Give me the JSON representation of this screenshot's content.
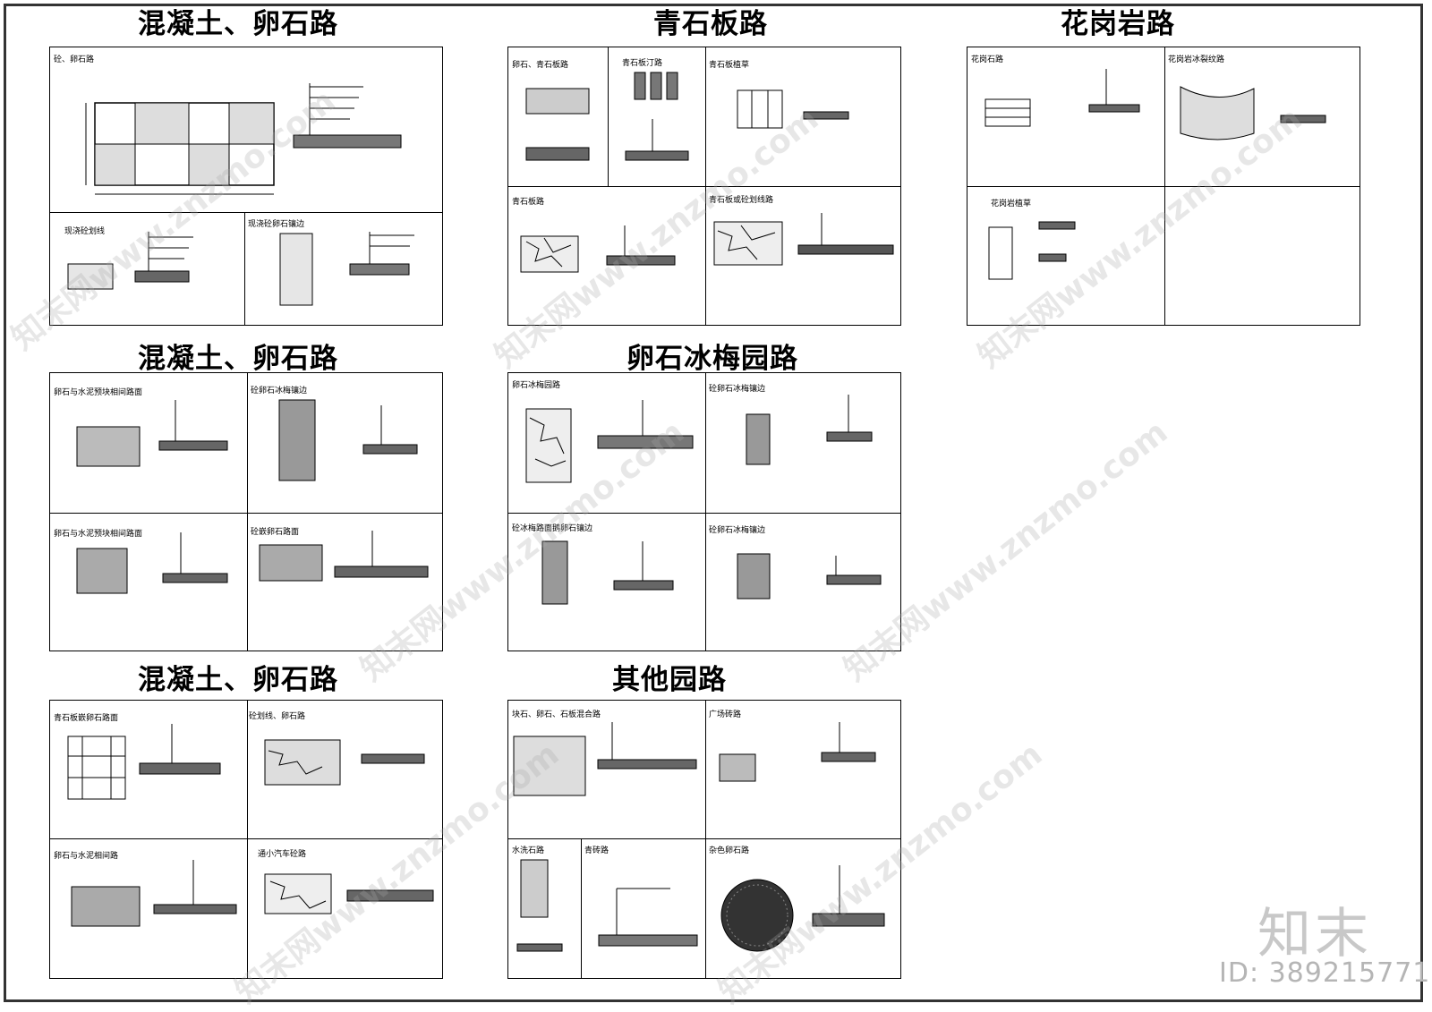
{
  "groups": [
    {
      "title": "混凝土、卵石路",
      "cells": [
        "砼、卵石路",
        "现浇砼划线",
        "现浇砼卵石镶边"
      ]
    },
    {
      "title": "青石板路",
      "cells": [
        "卵石、青石板路",
        "青石板汀路",
        "青石板植草",
        "青石板路",
        "青石板或砼划线路"
      ]
    },
    {
      "title": "花岗岩路",
      "cells": [
        "花岗石路",
        "花岗岩冰裂纹路",
        "花岗岩植草"
      ]
    },
    {
      "title": "混凝土、卵石路",
      "cells": [
        "卵石与水泥预块相间路面",
        "砼卵石冰梅镶边",
        "卵石与水泥预块相间路面",
        "砼嵌卵石路面"
      ]
    },
    {
      "title": "卵石冰梅园路",
      "cells": [
        "卵石冰梅园路",
        "砼卵石冰梅镶边",
        "砼冰梅路面鹅卵石镶边",
        "砼卵石冰梅镶边"
      ]
    },
    {
      "title": "混凝土、卵石路",
      "cells": [
        "青石板嵌卵石路面",
        "砼划线、卵石路",
        "卵石与水泥相间路",
        "通小汽车砼路"
      ]
    },
    {
      "title": "其他园路",
      "cells": [
        "块石、卵石、石板混合路",
        "广场砖路",
        "水洗石路",
        "青砖路",
        "杂色卵石路"
      ]
    }
  ],
  "watermark": {
    "logo": "知末",
    "id": "ID: 389215771",
    "text": "知末网www.znzmo.com"
  }
}
